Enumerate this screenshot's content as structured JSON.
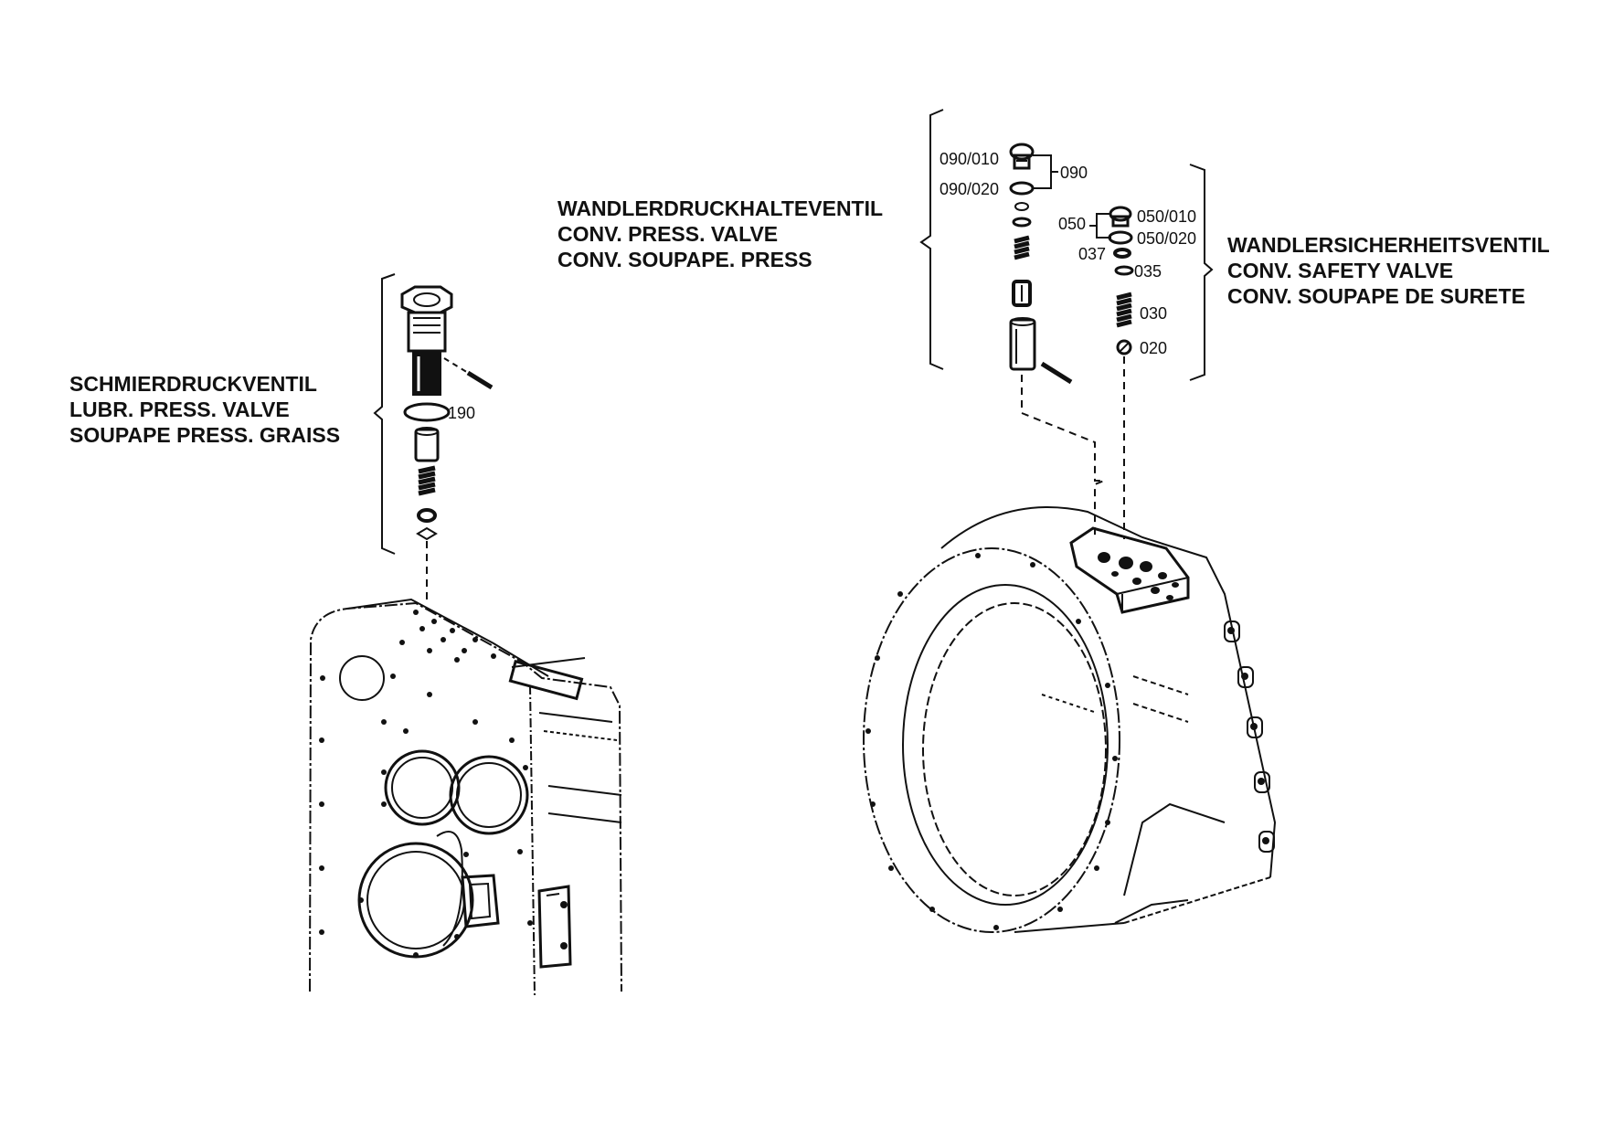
{
  "groups": {
    "lubr": {
      "line1": "SCHMIERDRUCKVENTIL",
      "line2": "LUBR. PRESS. VALVE",
      "line3": "SOUPAPE PRESS. GRAISS"
    },
    "conv_press": {
      "line1": "WANDLERDRUCKHALTEVENTIL",
      "line2": "CONV. PRESS. VALVE",
      "line3": "CONV. SOUPAPE. PRESS"
    },
    "conv_safety": {
      "line1": "WANDLERSICHERHEITSVENTIL",
      "line2": "CONV. SAFETY VALVE",
      "line3": "CONV. SOUPAPE DE SURETE"
    }
  },
  "callouts": {
    "p190": "190",
    "p090_010": "090/010",
    "p090": "090",
    "p090_020": "090/020",
    "p050": "050",
    "p050_010": "050/010",
    "p050_020": "050/020",
    "p037": "037",
    "p035": "035",
    "p030": "030",
    "p020": "020"
  }
}
